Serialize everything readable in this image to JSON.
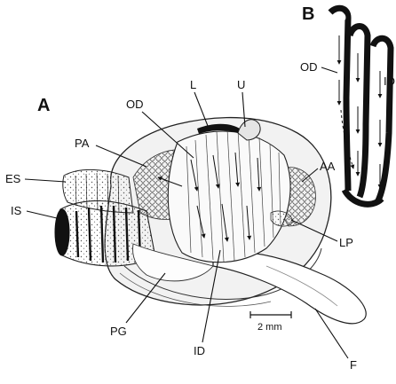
{
  "panels": {
    "a": "A",
    "b": "B"
  },
  "labels": {
    "od": "OD",
    "l": "L",
    "u": "U",
    "pa": "PA",
    "aa": "AA",
    "es": "ES",
    "is": "IS",
    "lp": "LP",
    "pg": "PG",
    "id": "ID",
    "f": "F"
  },
  "inset_labels": {
    "od": "OD",
    "id": "ID"
  },
  "scale_bar": {
    "text": "2 mm"
  }
}
